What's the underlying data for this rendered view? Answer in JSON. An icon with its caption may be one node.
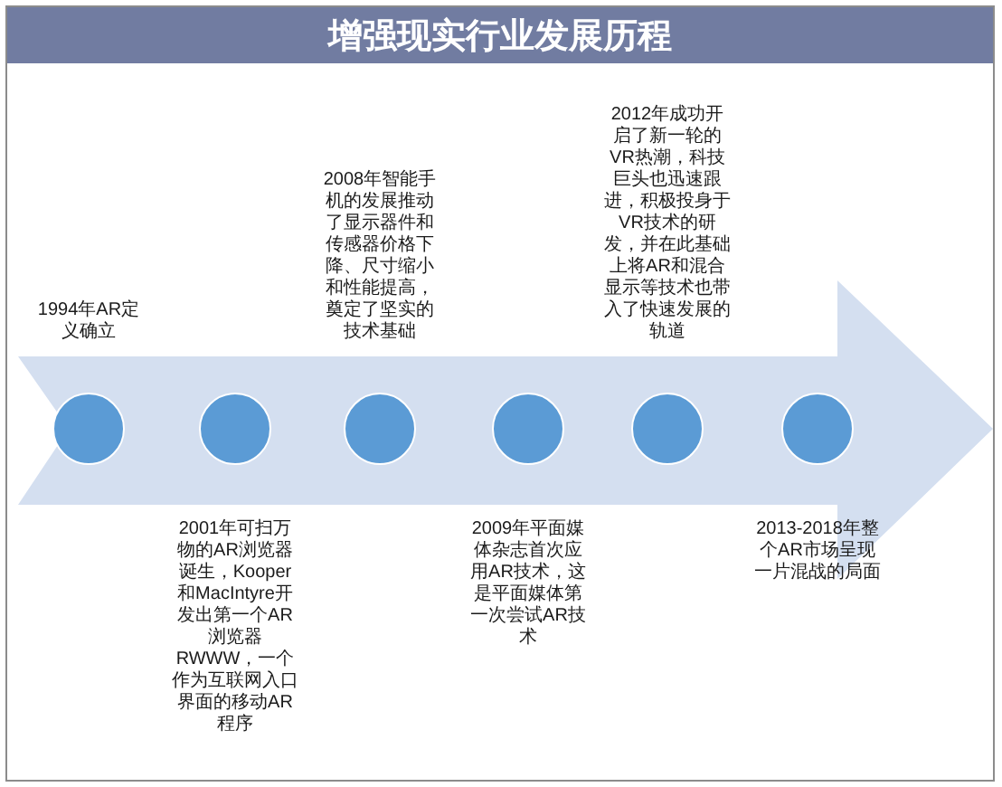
{
  "diagram": {
    "title": "增强现实行业发展历程",
    "nodes": [
      {
        "text": [],
        "shape": "circle",
        "beside": [
          "1994年AR定义确立"
        ]
      },
      {
        "text": [],
        "shape": "circle",
        "beside": [
          "2001年可扫万物的AR浏览器诞生，Kooper和MacIntyre开发出第一个AR浏览器RWWW，一个作为互联网入口界面的移动AR程序"
        ]
      },
      {
        "text": [],
        "shape": "circle",
        "beside": [
          "2008年智能手机的发展推动了显示器件和传感器价格下降、尺寸缩小和性能提高，奠定了坚实的技术基础"
        ]
      },
      {
        "text": [],
        "shape": "circle",
        "beside": [
          "2009年平面媒体杂志首次应用AR技术，这是平面媒体第一次尝试AR技术"
        ]
      },
      {
        "text": [],
        "shape": "circle",
        "beside": [
          "2012年成功开启了新一轮的VR热潮，科技巨头也迅速跟进，积极投身于VR技术的研发，并在此基础上将AR和混合显示等技术也带入了快速发展的轨道"
        ]
      },
      {
        "text": [],
        "shape": "circle",
        "beside": [
          "2013-2018年整个AR市场呈现一片混战的局面"
        ]
      }
    ]
  }
}
